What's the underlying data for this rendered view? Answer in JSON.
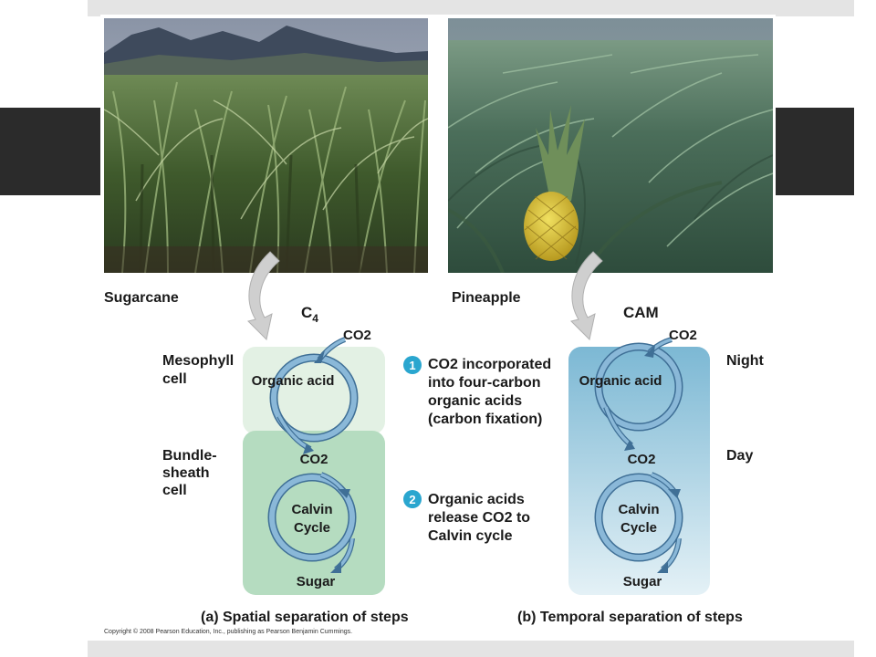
{
  "photos": {
    "left_caption": "Sugarcane",
    "right_caption": "Pineapple"
  },
  "panel_c4": {
    "heading": "C4",
    "heading_main": "C",
    "heading_sub": "4",
    "co2_top": "CO2",
    "mesophyll_label_1": "Mesophyll",
    "mesophyll_label_2": "cell",
    "organic_acid": "Organic acid",
    "co2_mid": "CO2",
    "bundle_label_1": "Bundle-",
    "bundle_label_2": "sheath",
    "bundle_label_3": "cell",
    "calvin_1": "Calvin",
    "calvin_2": "Cycle",
    "sugar": "Sugar",
    "caption": "(a) Spatial separation of steps"
  },
  "steps": {
    "step1_number": "1",
    "step1_line1": "CO2 incorporated",
    "step1_line2": "into four-carbon",
    "step1_line3": "organic acids",
    "step1_line4": "(carbon fixation)",
    "step2_number": "2",
    "step2_line1": "Organic acids",
    "step2_line2": "release CO2 to",
    "step2_line3": "Calvin cycle"
  },
  "panel_cam": {
    "heading": "CAM",
    "co2_top": "CO2",
    "night": "Night",
    "organic_acid": "Organic acid",
    "co2_mid": "CO2",
    "day": "Day",
    "calvin_1": "Calvin",
    "calvin_2": "Cycle",
    "sugar": "Sugar",
    "caption": "(b) Temporal separation of steps"
  },
  "copyright": "Copyright © 2008 Pearson Education, Inc., publishing as Pearson Benjamin Cummings.",
  "colors": {
    "mesophyll_fill": "#e3f1e4",
    "bundle_fill": "#b5dcc0",
    "cam_top": "#7cb8d4",
    "cam_bottom": "#e4f1f6",
    "cycle_arrow": "#8ab8d8",
    "cycle_stroke": "#3f6f96",
    "step_badge": "#2aa6cf",
    "pointer_arrow": "#c8c8c8"
  }
}
